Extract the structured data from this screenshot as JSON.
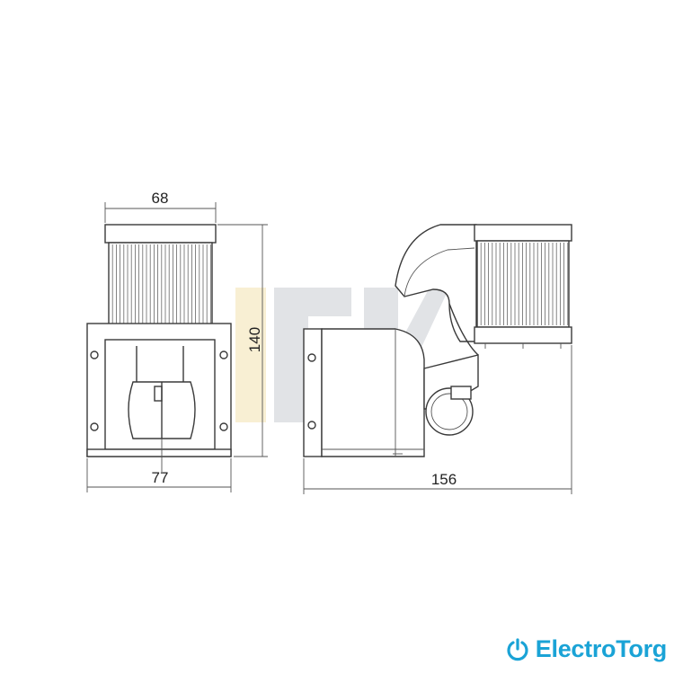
{
  "dimensions": {
    "top_width": "68",
    "height": "140",
    "base_width": "77",
    "total_length": "156"
  },
  "watermark": {
    "text": "IEK",
    "color": "#c9cdd3",
    "accent_color": "#f4e3b0"
  },
  "brand": {
    "name": "ElectroTorg",
    "color": "#1aa3d6",
    "icon": "power-icon"
  }
}
